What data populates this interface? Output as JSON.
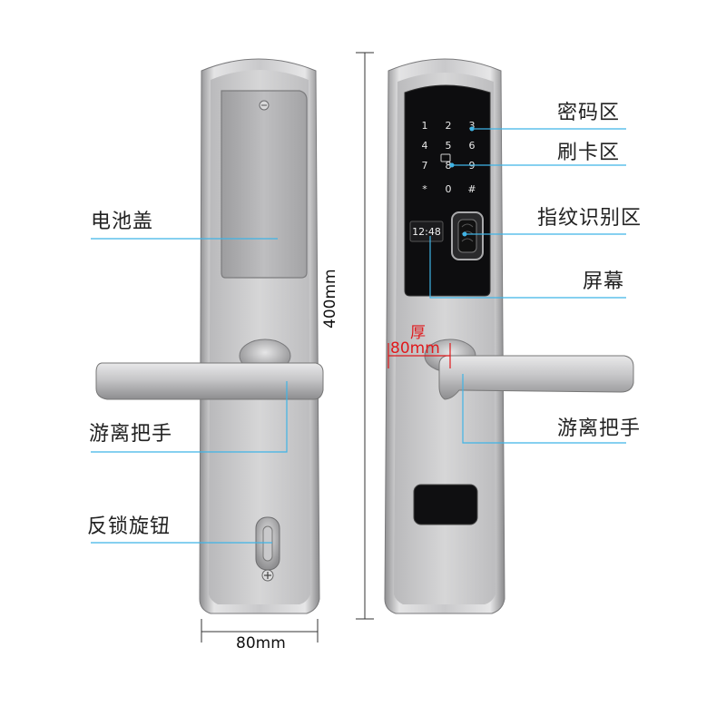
{
  "labels": {
    "battery_cover": "电池盖",
    "handle_left": "游离把手",
    "anti_lock_knob": "反锁旋钮",
    "password_area": "密码区",
    "card_area": "刷卡区",
    "fingerprint_area": "指纹识别区",
    "screen": "屏幕",
    "handle_right": "游离把手"
  },
  "dimensions": {
    "width": "80mm",
    "height": "400mm",
    "thickness_label": "厚",
    "thickness": "80mm"
  },
  "keypad": {
    "keys": [
      "1",
      "2",
      "3",
      "4",
      "5",
      "6",
      "7",
      "8",
      "9",
      "*",
      "0",
      "#"
    ],
    "clock": "12:48"
  },
  "colors": {
    "callout_line": "#3fb4e6",
    "thickness_marker": "#e0191c",
    "panel_black": "#0d0d0f",
    "steel": "#c7c7c9"
  }
}
